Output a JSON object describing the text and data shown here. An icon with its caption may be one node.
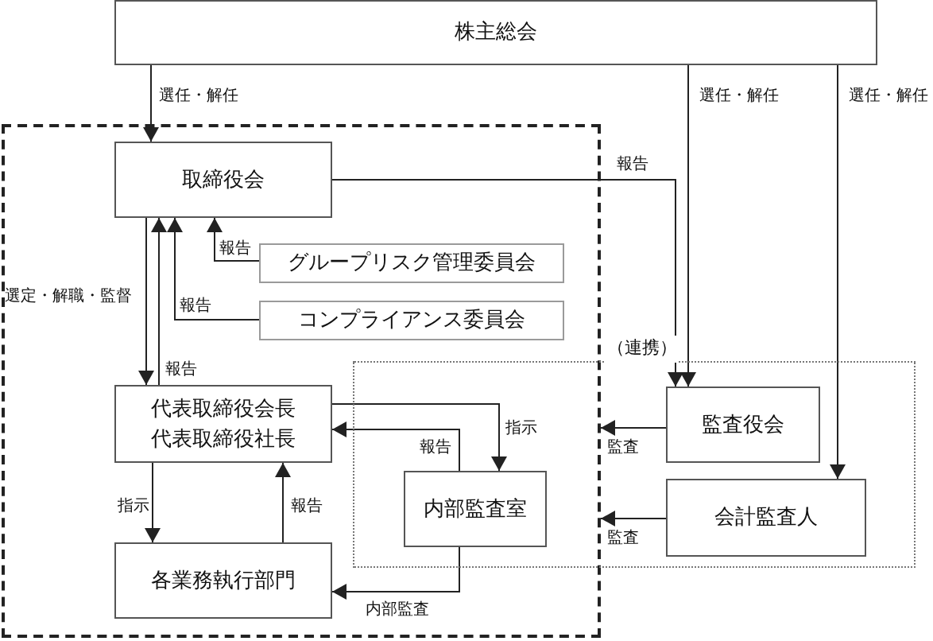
{
  "diagram": {
    "nodes": [
      {
        "text": [
          "株主総会"
        ]
      },
      {
        "text": [],
        "shape": "box"
      },
      {
        "text": [
          "取締役会"
        ],
        "in": 1
      },
      {
        "text": [
          "グループリスク管理委員会"
        ],
        "in": 1
      },
      {
        "text": [
          "コンプライアンス委員会"
        ],
        "in": 1
      },
      {
        "text": [
          "代表取締役会長",
          "代表取締役社長"
        ],
        "in": 1
      },
      {
        "text": [
          "（連携）"
        ]
      },
      {
        "text": [
          "監査役会"
        ],
        "in": 6
      },
      {
        "text": [
          "内部監査室"
        ]
      },
      {
        "text": [
          "会計監査人"
        ],
        "in": 6
      },
      {
        "text": [
          "各業務執行部門"
        ],
        "in": 1
      }
    ],
    "edges": [
      {
        "from": 0,
        "to": 2,
        "arrow": "to",
        "label": "選任・解任"
      },
      {
        "from": 0,
        "to": 7,
        "arrow": "to",
        "label": "選任・解任"
      },
      {
        "from": 0,
        "to": 9,
        "arrow": "to",
        "label": "選任・解任"
      },
      {
        "from": 2,
        "to": 7,
        "arrow": "to",
        "label": "報告"
      },
      {
        "from": 3,
        "to": 2,
        "arrow": "to",
        "label": "報告"
      },
      {
        "from": 4,
        "to": 2,
        "arrow": "to",
        "label": "報告"
      },
      {
        "from": 2,
        "to": 5,
        "arrow": "to",
        "label": "選定・解職・監督"
      },
      {
        "from": 5,
        "to": 2,
        "arrow": "to",
        "label": "報告"
      },
      {
        "from": 5,
        "to": 8,
        "arrow": "to",
        "label": "指示"
      },
      {
        "from": 8,
        "to": 5,
        "arrow": "to",
        "label": "報告"
      },
      {
        "from": 5,
        "to": 10,
        "arrow": "to",
        "label": "指示"
      },
      {
        "from": 10,
        "to": 5,
        "arrow": "to",
        "label": "報告"
      },
      {
        "from": 8,
        "to": 10,
        "arrow": "to",
        "label": "内部監査"
      },
      {
        "from": 7,
        "to": 1,
        "arrow": "to",
        "label": "監査"
      },
      {
        "from": 9,
        "to": 1,
        "arrow": "to",
        "label": "監査"
      }
    ]
  }
}
